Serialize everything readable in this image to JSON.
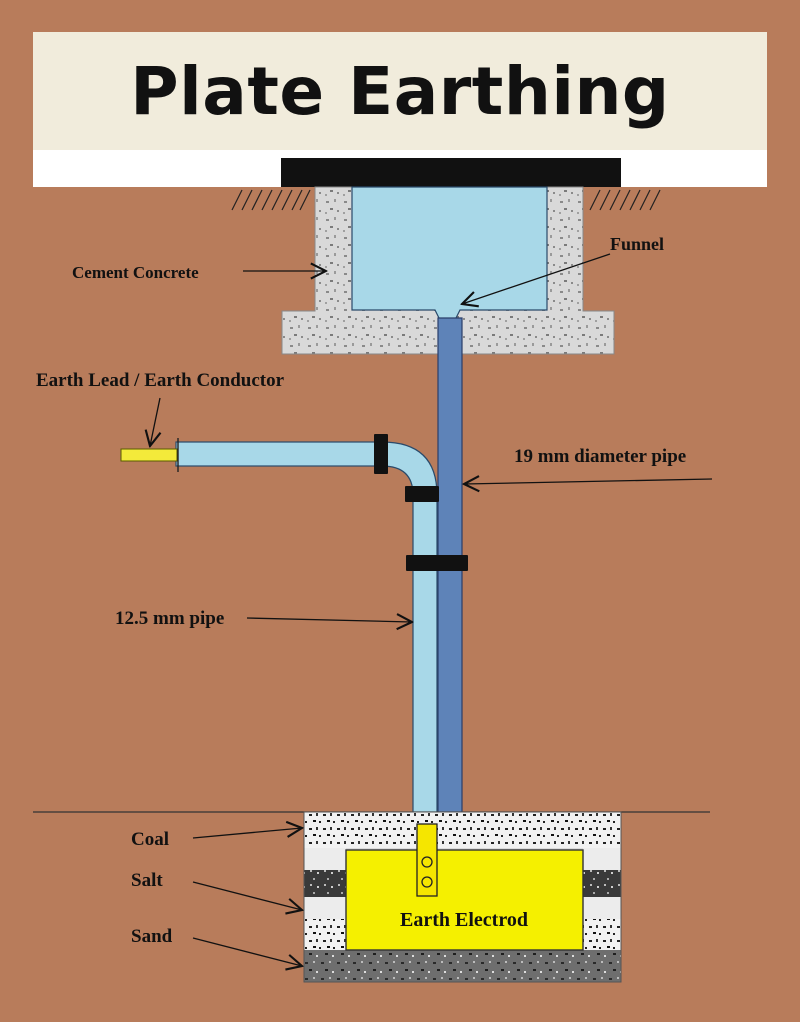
{
  "title": "Plate Earthing",
  "labels": {
    "cement_concrete": "Cement Concrete",
    "funnel": "Funnel",
    "earth_lead": "Earth Lead / Earth Conductor",
    "pipe_19mm": "19 mm diameter pipe",
    "pipe_12_5mm": "12.5 mm pipe",
    "coal": "Coal",
    "salt": "Salt",
    "sand": "Sand",
    "earth_electrode": "Earth Electrod"
  },
  "colors": {
    "background": "#b87c5b",
    "title_band": "#f1ecdc",
    "diagram_bg": "#b87c5b",
    "funnel_fill": "#a8d8e8",
    "pipe_19mm": "#5e83b8",
    "pipe_12_5mm": "#a8d8e8",
    "electrode": "#f5f000",
    "earth_lead": "#f3ea3a",
    "cover": "#111111"
  }
}
